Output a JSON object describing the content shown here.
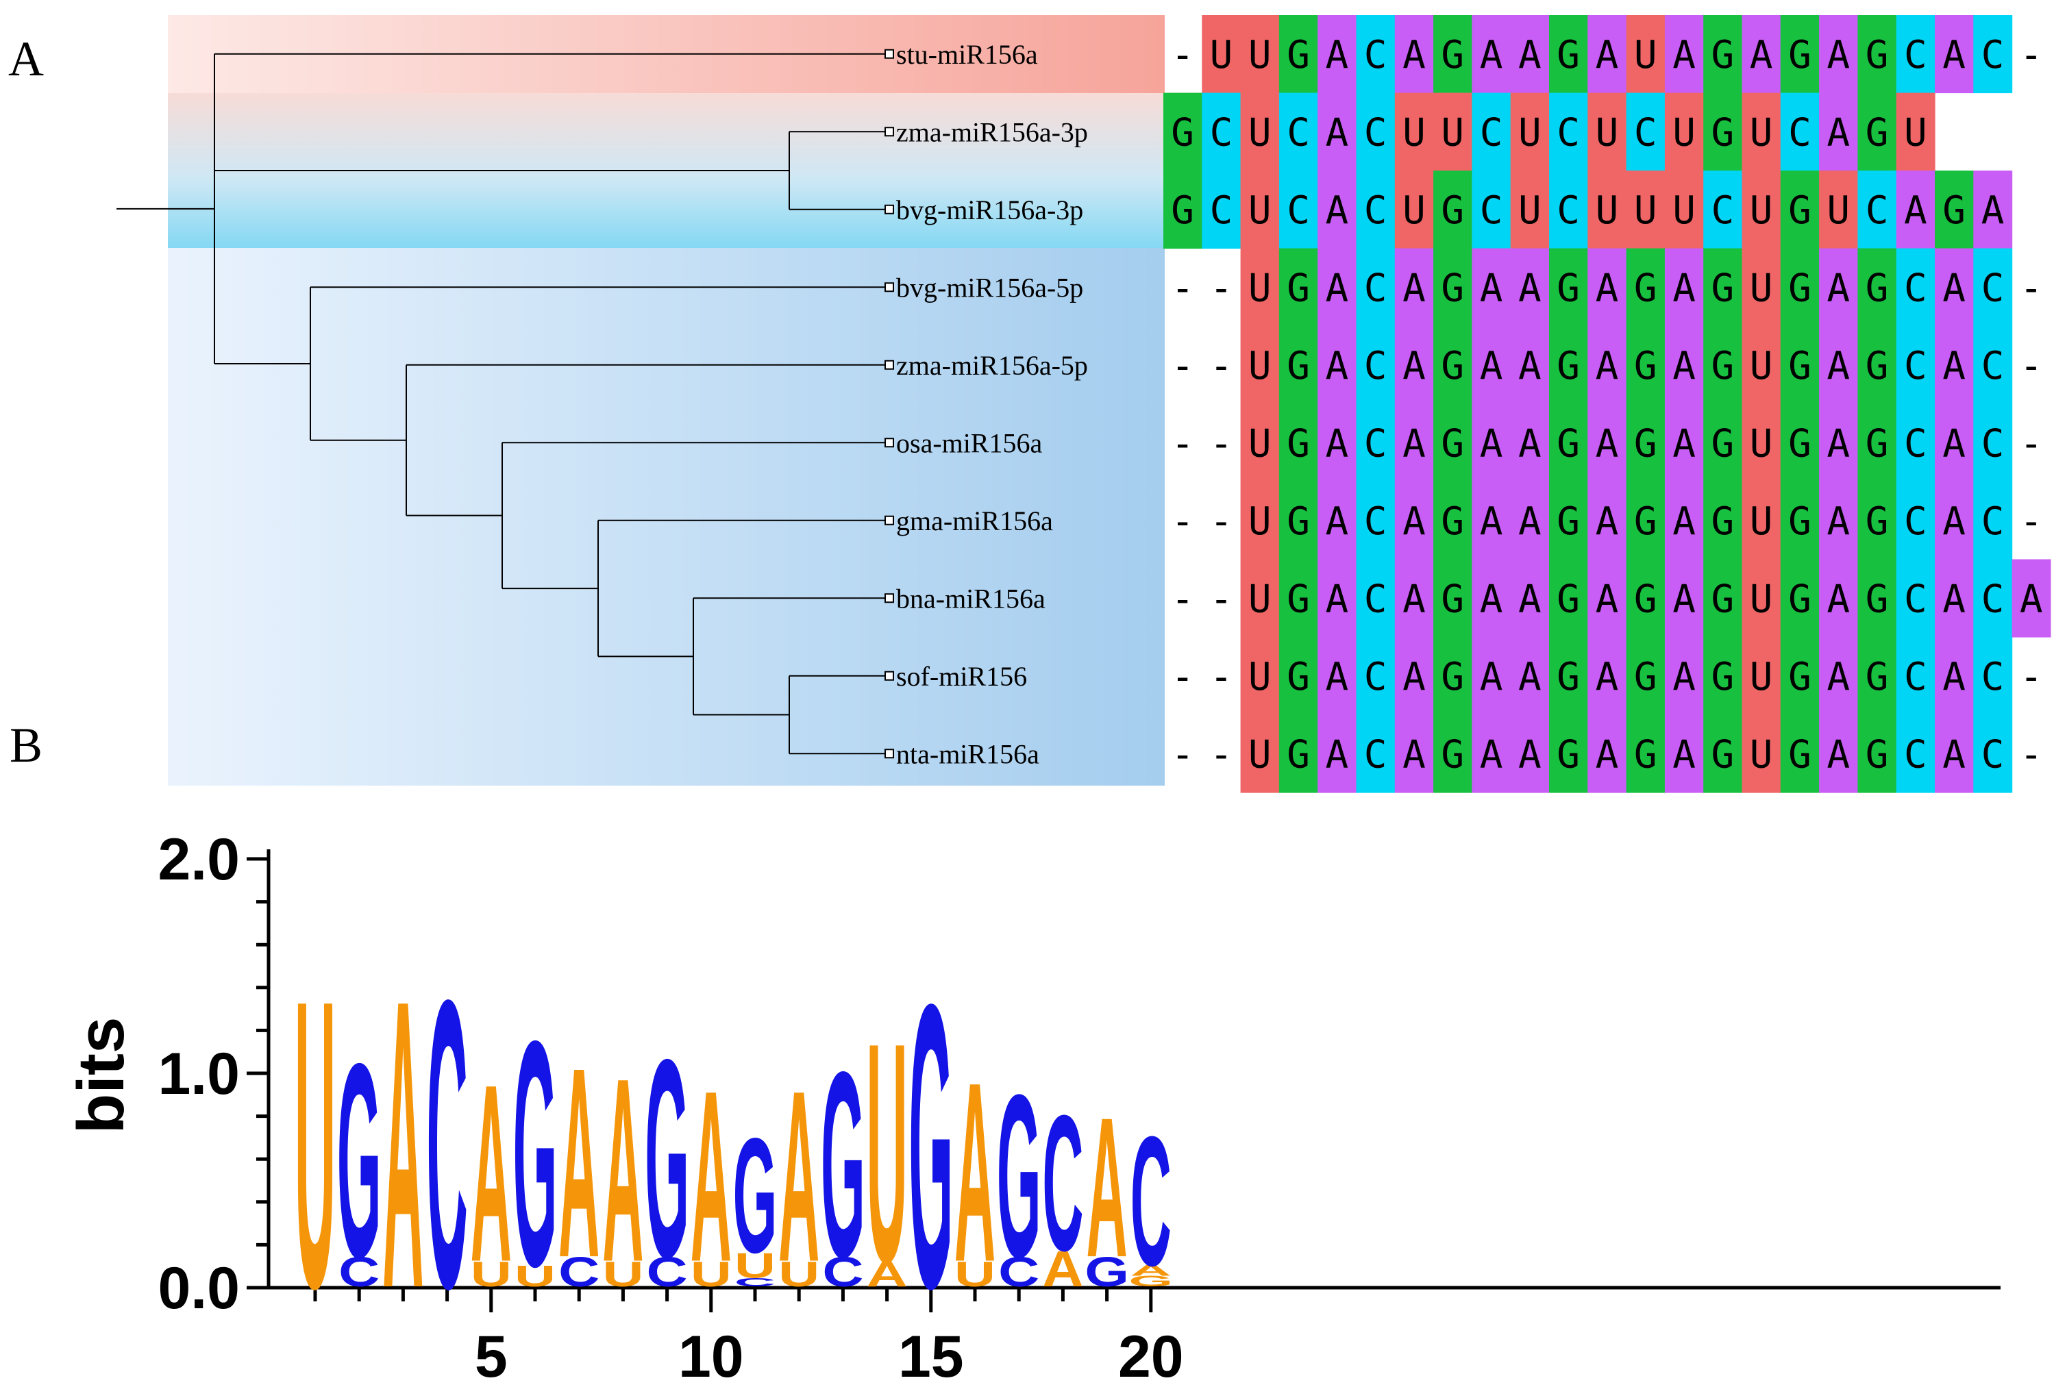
{
  "panels": {
    "a": "A",
    "b": "B"
  },
  "tree": {
    "leaves": [
      "stu-miR156a",
      "zma-miR156a-3p",
      "bvg-miR156a-3p",
      "bvg-miR156a-5p",
      "zma-miR156a-5p",
      "osa-miR156a",
      "gma-miR156a",
      "bna-miR156a",
      "sof-miR156",
      "nta-miR156a"
    ]
  },
  "alignment": {
    "rows": [
      "-UUGACAGAAGAUAGAGAGCAC-",
      "GCUCACUUCUCUCUGUCAGU",
      "GCUCACUGCUCUUUCUGUCAGA",
      "--UGACAGAAGAGAGUGAGCAC-",
      "--UGACAGAAGAGAGUGAGCAC-",
      "--UGACAGAAGAGAGUGAGCAC-",
      "--UGACAGAAGAGAGUGAGCAC-",
      "--UGACAGAAGAGAGUGAGCACA",
      "--UGACAGAAGAGAGUGAGCAC-",
      "--UGACAGAAGAGAGUGAGCAC-"
    ],
    "colors": {
      "U": "#f06666",
      "G": "#18c040",
      "A": "#c85ef5",
      "C": "#00d5f5"
    }
  },
  "logo": {
    "ylabel": "bits",
    "yticks": [
      "0.0",
      "1.0",
      "2.0"
    ],
    "xticks": [
      "5",
      "10",
      "15",
      "20"
    ],
    "colors": {
      "orange": "#f5960a",
      "blue": "#1414e6"
    },
    "columns": [
      [
        [
          "U",
          1.38,
          "orange"
        ]
      ],
      [
        [
          "C",
          0.14,
          "blue"
        ],
        [
          "G",
          0.93,
          "blue"
        ]
      ],
      [
        [
          "A",
          1.38,
          "orange"
        ]
      ],
      [
        [
          "C",
          1.38,
          "blue"
        ]
      ],
      [
        [
          "U",
          0.12,
          "orange"
        ],
        [
          "A",
          0.85,
          "orange"
        ]
      ],
      [
        [
          "U",
          0.1,
          "orange"
        ],
        [
          "G",
          1.08,
          "blue"
        ]
      ],
      [
        [
          "C",
          0.14,
          "blue"
        ],
        [
          "A",
          0.91,
          "orange"
        ]
      ],
      [
        [
          "U",
          0.12,
          "orange"
        ],
        [
          "A",
          0.88,
          "orange"
        ]
      ],
      [
        [
          "C",
          0.14,
          "blue"
        ],
        [
          "G",
          0.95,
          "blue"
        ]
      ],
      [
        [
          "U",
          0.12,
          "orange"
        ],
        [
          "A",
          0.82,
          "orange"
        ]
      ],
      [
        [
          "C",
          0.04,
          "blue"
        ],
        [
          "U",
          0.12,
          "orange"
        ],
        [
          "G",
          0.55,
          "blue"
        ]
      ],
      [
        [
          "U",
          0.12,
          "orange"
        ],
        [
          "A",
          0.82,
          "orange"
        ]
      ],
      [
        [
          "C",
          0.14,
          "blue"
        ],
        [
          "G",
          0.89,
          "blue"
        ]
      ],
      [
        [
          "A",
          0.12,
          "orange"
        ],
        [
          "U",
          1.05,
          "orange"
        ]
      ],
      [
        [
          "G",
          1.36,
          "blue"
        ]
      ],
      [
        [
          "U",
          0.12,
          "orange"
        ],
        [
          "A",
          0.86,
          "orange"
        ]
      ],
      [
        [
          "C",
          0.14,
          "blue"
        ],
        [
          "G",
          0.78,
          "blue"
        ]
      ],
      [
        [
          "A",
          0.17,
          "orange"
        ],
        [
          "C",
          0.65,
          "blue"
        ]
      ],
      [
        [
          "G",
          0.14,
          "blue"
        ],
        [
          "A",
          0.67,
          "orange"
        ]
      ],
      [
        [
          "G",
          0.05,
          "orange"
        ],
        [
          "A",
          0.05,
          "orange"
        ],
        [
          "C",
          0.62,
          "blue"
        ]
      ]
    ]
  }
}
